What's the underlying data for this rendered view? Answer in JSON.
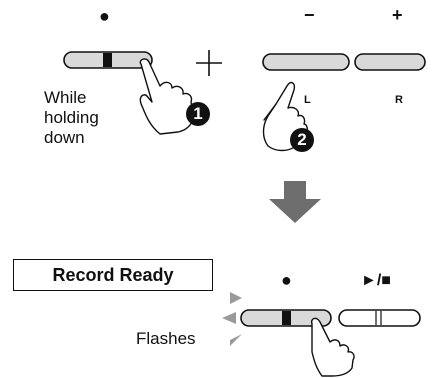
{
  "step1": {
    "button_symbol": "●",
    "plus_sign": "+",
    "instruction_lines": [
      "While",
      "holding",
      "down"
    ],
    "marker": "1"
  },
  "step2": {
    "minus_symbol": "−",
    "plus_symbol": "+",
    "left_label": "L",
    "right_label": "R",
    "marker": "2"
  },
  "result": {
    "status_label": "Record Ready",
    "record_symbol": "●",
    "play_stop_symbol": "►/■",
    "flash_label": "Flashes"
  },
  "colors": {
    "button_fill": "#d9d9d9",
    "arrow": "#6e6e6e",
    "flash_arrow": "#9a9a9a",
    "ink": "#111111"
  }
}
